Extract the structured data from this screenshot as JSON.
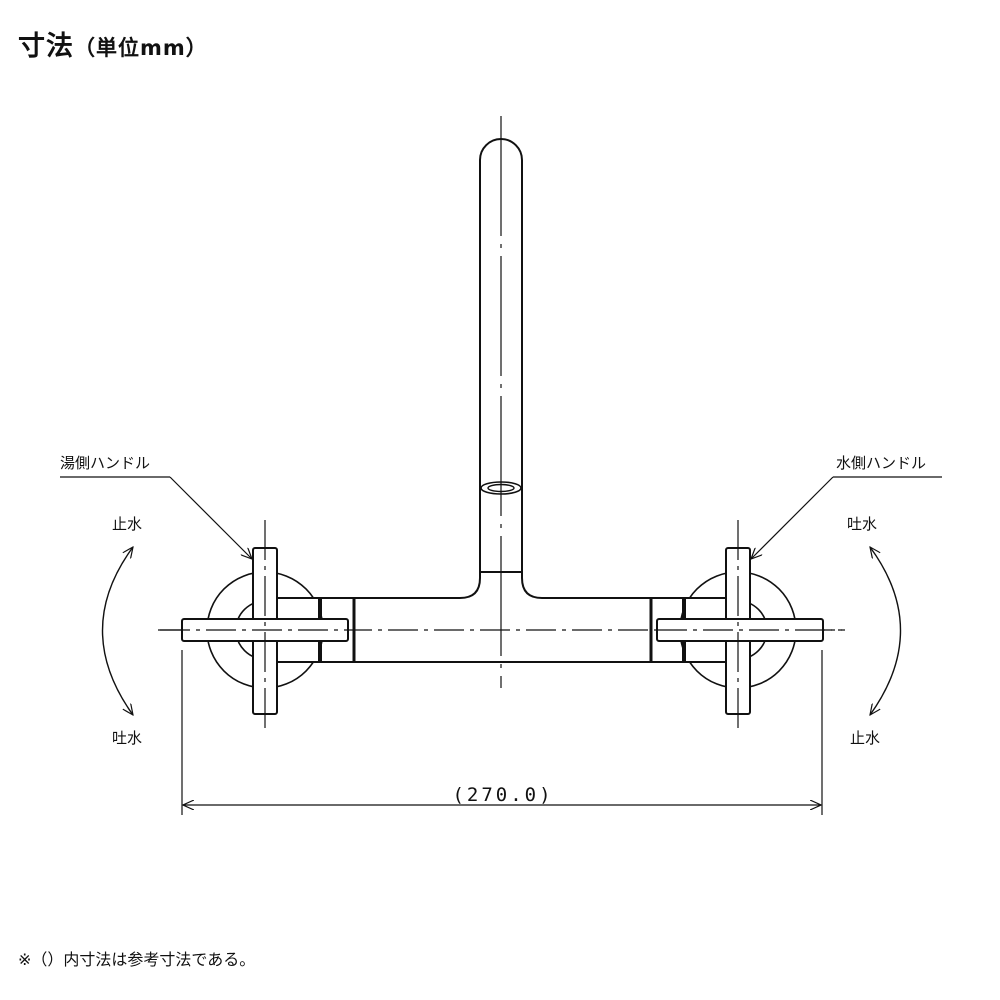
{
  "title": {
    "main": "寸法",
    "unit": "（単位mm）"
  },
  "labels": {
    "hot_handle": "湯側ハンドル",
    "cold_handle": "水側ハンドル",
    "left_top": "止水",
    "left_bottom": "吐水",
    "right_top": "吐水",
    "right_bottom": "止水"
  },
  "dimension": {
    "width": "(270.0)"
  },
  "footnote": "※（）内寸法は参考寸法である。",
  "colors": {
    "line": "#111111",
    "background": "#ffffff"
  }
}
